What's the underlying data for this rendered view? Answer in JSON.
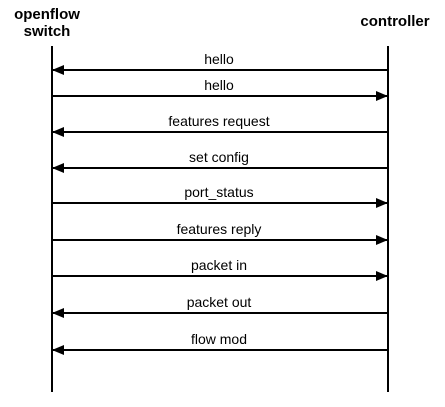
{
  "actors": {
    "switch": {
      "line1": "openflow",
      "line2": "switch"
    },
    "controller": {
      "label": "controller"
    }
  },
  "messages": [
    {
      "label": "hello",
      "from": "controller",
      "to": "switch"
    },
    {
      "label": "hello",
      "from": "switch",
      "to": "controller"
    },
    {
      "label": "features request",
      "from": "controller",
      "to": "switch"
    },
    {
      "label": "set config",
      "from": "controller",
      "to": "switch"
    },
    {
      "label": "port_status",
      "from": "switch",
      "to": "controller"
    },
    {
      "label": "features reply",
      "from": "switch",
      "to": "controller"
    },
    {
      "label": "packet in",
      "from": "switch",
      "to": "controller"
    },
    {
      "label": "packet out",
      "from": "controller",
      "to": "switch"
    },
    {
      "label": "flow mod",
      "from": "controller",
      "to": "switch"
    }
  ]
}
